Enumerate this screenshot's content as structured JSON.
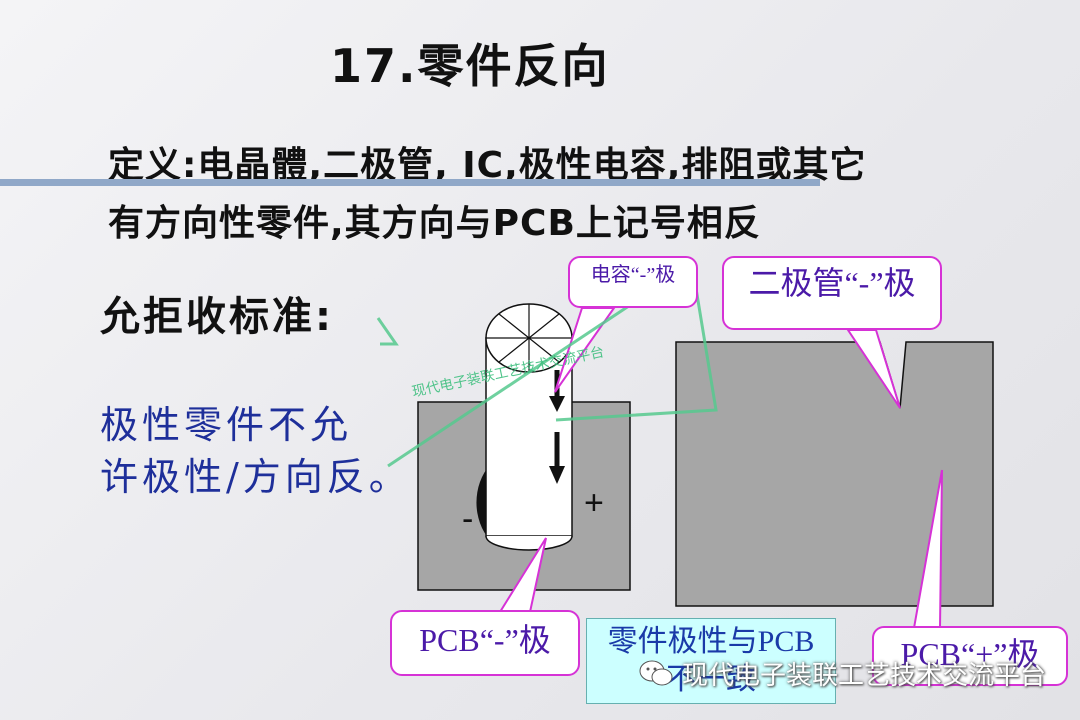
{
  "slide": {
    "title": "17.零件反向",
    "definition_line1": "定义:电晶體,二极管, IC,极性电容,排阻或其它",
    "definition_line2": "有方向性零件,其方向与PCB上记号相反",
    "criteria_label": "允拒收标准:",
    "note_line1": "极性零件不允",
    "note_line2": "许极性/方向反。"
  },
  "diagram": {
    "cap_minus_label": "电容“-”极",
    "diode_minus_label": "二极管“-”极",
    "pcb_minus_label": "PCB“-”极",
    "pcb_plus_label": "PCB“+”极",
    "polarity_box_line1": "零件极性与PCB",
    "polarity_box_line2": "不一致",
    "minus_sign": "-",
    "plus_sign": "+"
  },
  "watermarks": {
    "diagonal": "现代电子装联工艺技术交流平台",
    "bottom": "现代电子装联工艺技术交流平台",
    "bottom_icon": "wechat-icon"
  },
  "colors": {
    "callout_border": "#d632d6",
    "callout_text": "#4b1aa8",
    "note_text": "#1e2f9a",
    "pad_gray": "#a6a6a6",
    "watermark_green": "#3fbf7f"
  }
}
